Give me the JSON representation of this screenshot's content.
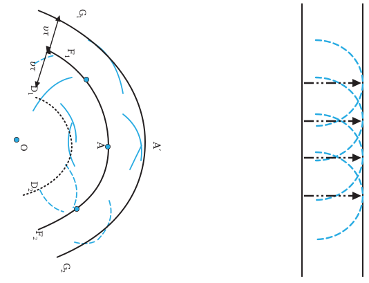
{
  "colors": {
    "ink": "#231f20",
    "wavelet": "#29abe2",
    "point_fill": "#29abe2"
  },
  "labels": {
    "G1": "G",
    "G1_sub": "1",
    "F1": "F",
    "F1_sub": "1",
    "D1": "D",
    "D1_sub": "1",
    "D2": "D",
    "D2_sub": "2",
    "F2": "F",
    "F2_sub": "2",
    "G2": "G",
    "G2_sub": "2",
    "A": "A",
    "A_prime": "A′",
    "O": "O",
    "vt_top": "υτ",
    "vt_bottom": "υτ"
  },
  "figures": [
    {
      "kind": "spherical-wavefront",
      "wavefronts": [
        "D1D2",
        "F1F2",
        "G1G2"
      ],
      "point_source": "O"
    },
    {
      "kind": "plane-wavefront",
      "rays": 4,
      "wavelets": 4
    }
  ]
}
